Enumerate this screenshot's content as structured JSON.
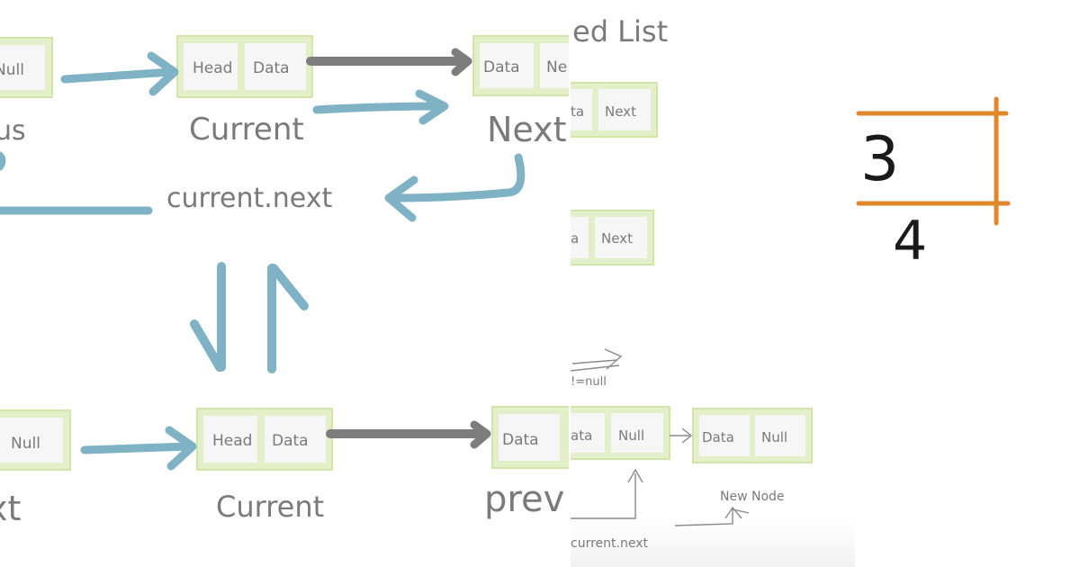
{
  "left_panel": {
    "nodes": {
      "top_left": {
        "cell1": "Null"
      },
      "top_current": {
        "cell1": "Head",
        "cell2": "Data"
      },
      "top_next": {
        "cell1": "Data",
        "cell2": "Ne"
      },
      "bottom_left": {
        "cell1": "Null"
      },
      "bottom_current": {
        "cell1": "Head",
        "cell2": "Data"
      },
      "bottom_right": {
        "cell1": "Data"
      }
    },
    "labels": {
      "top_left_fragment": "us",
      "current_top": "Current",
      "next_top": "Next",
      "current_next": "current.next",
      "bottom_left_fragment": "xt",
      "current_bottom": "Current",
      "prev": "prev"
    }
  },
  "middle_panel": {
    "title_fragment": "ed List",
    "nodes": {
      "node1": {
        "cell1": "ta",
        "cell2": "Next"
      },
      "node2": {
        "cell1": "a",
        "cell2": "Next"
      },
      "node3": {
        "cell1": "ata",
        "cell2": "Null"
      },
      "node4": {
        "cell1": "Data",
        "cell2": "Null"
      }
    },
    "labels": {
      "not_null": "!=null",
      "new_node": "New  Node",
      "current_next": "current.next"
    }
  },
  "right_panel": {
    "top_number": "3",
    "bottom_number": "4",
    "accent": "#e0862b"
  },
  "colors": {
    "arrow_blue": "#7fb2c5",
    "arrow_gray": "#7d7d7d",
    "node_border": "#dcebbf",
    "node_cell": "#f5f5f5",
    "text_gray": "#7a7a7a"
  }
}
